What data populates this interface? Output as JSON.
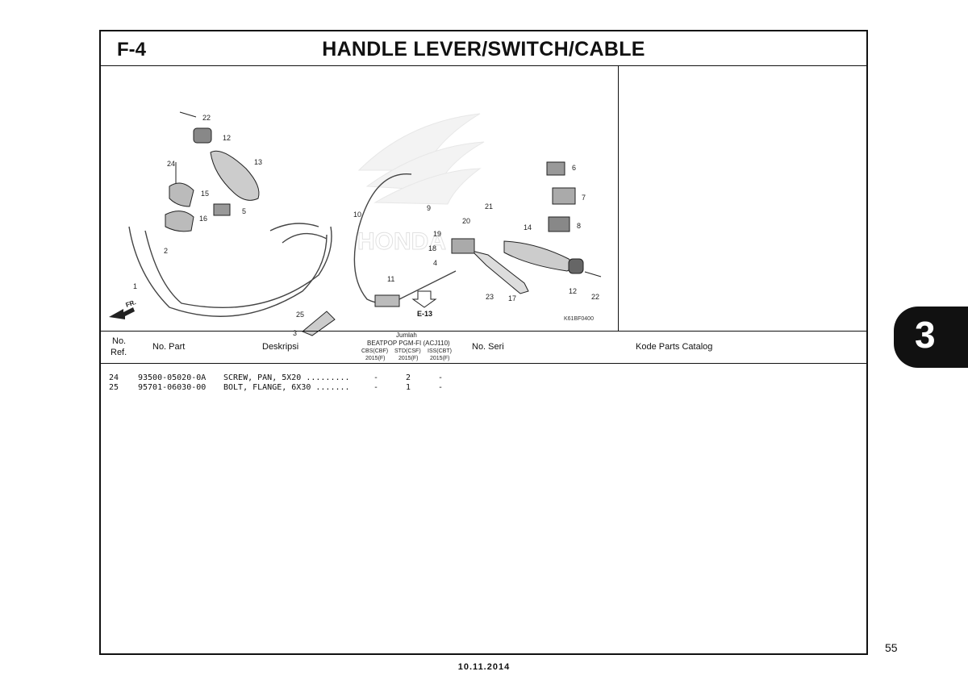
{
  "header": {
    "figure_no": "F-4",
    "title": "HANDLE LEVER/SWITCH/CABLE"
  },
  "diagram": {
    "callouts": [
      "22",
      "12",
      "13",
      "24",
      "15",
      "5",
      "16",
      "2",
      "1",
      "10",
      "9",
      "6",
      "7",
      "8",
      "21",
      "20",
      "19",
      "14",
      "18",
      "4",
      "11",
      "23",
      "17",
      "25",
      "3",
      "12",
      "22"
    ],
    "fr_label": "FR.",
    "ref_label": "E-13",
    "code": "K61BF0400",
    "logo_text": "HONDA"
  },
  "columns": {
    "no_ref": "No.",
    "no_ref2": "Ref.",
    "no_part": "No. Part",
    "deskripsi": "Deskripsi",
    "jumlah": "Jumlah",
    "model": "BEATPOP PGM-FI (ACJ110)",
    "variants": [
      {
        "name": "CBS(CBF)",
        "year": "2015(F)"
      },
      {
        "name": "STD(CSF)",
        "year": "2015(F)"
      },
      {
        "name": "ISS(CBT)",
        "year": "2015(F)"
      }
    ],
    "no_seri": "No. Seri",
    "kode": "Kode Parts Catalog"
  },
  "parts": [
    {
      "ref": "24",
      "part_no": "93500-05020-0A",
      "desc": "SCREW, PAN, 5X20 .........",
      "q1": "-",
      "q2": "2",
      "q3": "-"
    },
    {
      "ref": "25",
      "part_no": "95701-06030-00",
      "desc": "BOLT, FLANGE, 6X30 .......",
      "q1": "-",
      "q2": "1",
      "q3": "-"
    }
  ],
  "section_tab": "3",
  "page_number": "55",
  "date": "10.11.2014"
}
